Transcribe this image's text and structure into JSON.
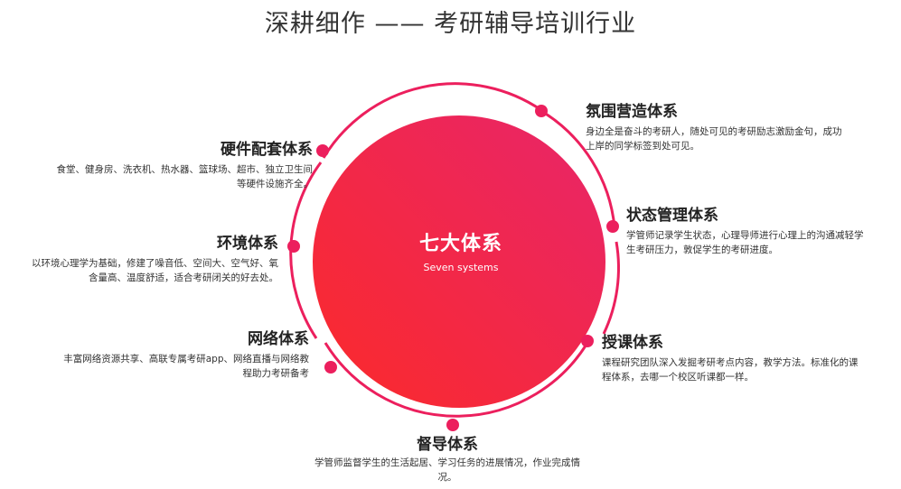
{
  "title": "深耕细作 —— 考研辅导培训行业",
  "center": {
    "title": "七大体系",
    "subtitle": "Seven systems"
  },
  "colors": {
    "accent": "#ec1f5d",
    "gradient_start": "#ff2a2a",
    "gradient_end": "#e91e63"
  },
  "systems": [
    {
      "title": "氛围营造体系",
      "desc": "身边全是奋斗的考研人，随处可见的考研励志激励金句，成功上岸的同学标签到处可见。"
    },
    {
      "title": "状态管理体系",
      "desc": "学管师记录学生状态，心理导师进行心理上的沟通减轻学生考研压力，敦促学生的考研进度。"
    },
    {
      "title": "授课体系",
      "desc": "课程研究团队深入发掘考研考点内容，教学方法。标准化的课程体系，去哪一个校区听课都一样。"
    },
    {
      "title": "督导体系",
      "desc": "学管师监督学生的生活起居、学习任务的进展情况，作业完成情况。"
    },
    {
      "title": "网络体系",
      "desc": "丰富网络资源共享、高联专属考研app、网络直播与网络教程助力考研备考"
    },
    {
      "title": "环境体系",
      "desc": "以环境心理学为基础，修建了噪音低、空间大、空气好、氧含量高、温度舒适，适合考研闭关的好去处。"
    },
    {
      "title": "硬件配套体系",
      "desc": "食堂、健身房、洗衣机、热水器、篮球场、超市、独立卫生间等硬件设施齐全。"
    }
  ]
}
